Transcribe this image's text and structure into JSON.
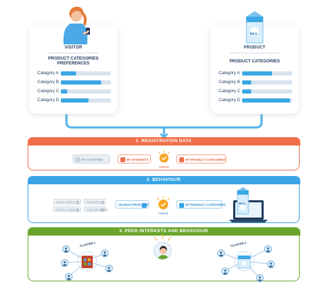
{
  "visitor": {
    "label": "VISITOR",
    "heading_line1": "PRODUCT CATEGORIES",
    "heading_line2": "PREFERENCES",
    "bars": [
      {
        "label": "Category A",
        "value": 0.3
      },
      {
        "label": "Category B",
        "value": 0.8
      },
      {
        "label": "Category C",
        "value": 0.12
      },
      {
        "label": "Category D",
        "value": 0.55
      }
    ]
  },
  "product": {
    "label": "PRODUCT",
    "package_text": "MILK",
    "heading": "PRODUCT CATEGORIES",
    "bars": [
      {
        "label": "Category A",
        "value": 0.6
      },
      {
        "label": "Category B",
        "value": 0.18
      },
      {
        "label": "Category C",
        "value": 0.18
      },
      {
        "label": "Category D",
        "value": 0.96
      }
    ]
  },
  "section1": {
    "title": "1. REGISTRATION DATA",
    "color": "#ef6f4a",
    "my_activities": "MY ACTIVITIES",
    "my_interests": "MY INTERESTS",
    "center_label": "FOREVER",
    "my_product_categories": "MY PRODUCT CATEGORIES"
  },
  "section2": {
    "title": "2. BEHAVIOUR",
    "color": "#3ba4e6",
    "tags": [
      "WATCH VIDEOS",
      "SAVE DATA",
      "PROFILE VIEWS",
      "SEND MESSAGES"
    ],
    "search_products": "SEARCH PRODUCTS",
    "center_label": "FOREVER",
    "my_product_categories": "MY PRODUCT CATEGORIES",
    "package_text": "MILK"
  },
  "section3": {
    "title": "3. PEER INTERESTS AND BEHAVIOUR",
    "color": "#6aa52d",
    "cluster1": "CLUSTER 1",
    "cluster2": "CLUSTER 2"
  },
  "colors": {
    "navy": "#1f3a5c",
    "bar_fill": "#3aa7e3",
    "bar_track": "#d8e3ee",
    "connector": "#4db3e8",
    "check_badge": "#f5a623"
  }
}
